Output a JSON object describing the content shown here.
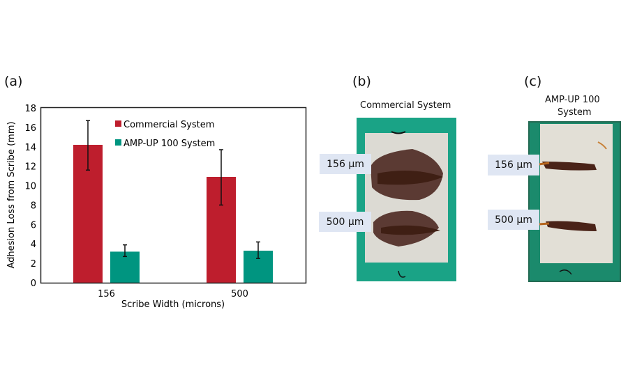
{
  "panels": {
    "a": "(a)",
    "b": "(b)",
    "c": "(c)"
  },
  "chart_data": {
    "type": "bar",
    "categories": [
      "156",
      "500"
    ],
    "series": [
      {
        "name": "Commercial System",
        "color": "#be1e2d",
        "values": [
          14.2,
          10.9
        ],
        "error_low": [
          11.6,
          8.0
        ],
        "error_high": [
          16.7,
          13.7
        ]
      },
      {
        "name": "AMP-UP 100 System",
        "color": "#009580",
        "values": [
          3.2,
          3.3
        ],
        "error_low": [
          2.7,
          2.5
        ],
        "error_high": [
          3.9,
          4.2
        ]
      }
    ],
    "xlabel": "Scribe Width (microns)",
    "ylabel": "Adhesion Loss from Scribe (mm)",
    "ylim": [
      0,
      18
    ],
    "yticks": [
      0,
      2,
      4,
      6,
      8,
      10,
      12,
      14,
      16,
      18
    ],
    "grid": false,
    "legend_position": "top-center"
  },
  "photo_b": {
    "title": "Commercial System",
    "labels": [
      "156 µm",
      "500 µm"
    ]
  },
  "photo_c": {
    "title_line1": "AMP-UP 100",
    "title_line2": "System",
    "labels": [
      "156 µm",
      "500 µm"
    ]
  }
}
